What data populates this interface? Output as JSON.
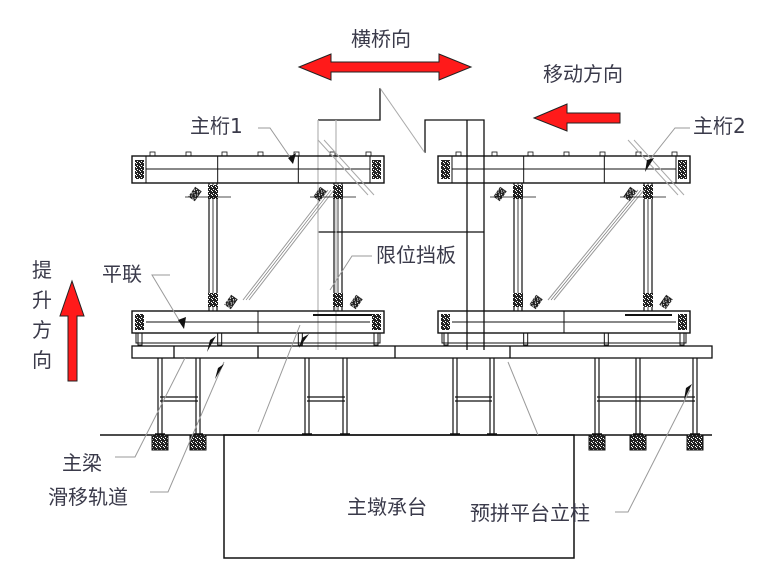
{
  "labels": {
    "transverse_direction": "横桥向",
    "move_direction": "移动方向",
    "main_truss_1": "主桁1",
    "main_truss_2": "主桁2",
    "limit_baffle": "限位挡板",
    "horizontal_bracing": "平联",
    "lift_direction_chars": [
      "提",
      "升",
      "方",
      "向"
    ],
    "main_beam": "主梁",
    "slide_track": "滑移轨道",
    "pier_cap": "主墩承台",
    "preassembly_column": "预拼平台立柱"
  },
  "colors": {
    "arrow_fill": "#ff0000",
    "arrow_stroke": "#1a1a1a",
    "line": "#111111",
    "leader": "#9a9a9a",
    "text": "#3a3a4a"
  },
  "arrows": [
    {
      "name": "transverse-double-arrow",
      "direction": "both-horizontal"
    },
    {
      "name": "move-direction-arrow",
      "direction": "left"
    },
    {
      "name": "lift-direction-arrow",
      "direction": "up"
    }
  ]
}
